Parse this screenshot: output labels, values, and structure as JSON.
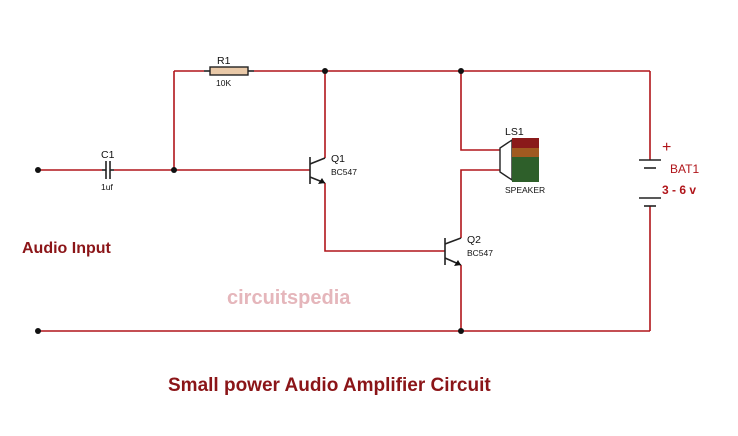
{
  "title": "Small power Audio Amplifier Circuit",
  "input_label": "Audio Input",
  "watermark": "circuitspedia",
  "colors": {
    "wire": "#b0151a",
    "label_red": "#8b1518",
    "watermark": "#e5b6bb"
  },
  "components": {
    "r1": {
      "ref": "R1",
      "value": "10K"
    },
    "c1": {
      "ref": "C1",
      "value": "1uf"
    },
    "q1": {
      "ref": "Q1",
      "value": "BC547"
    },
    "q2": {
      "ref": "Q2",
      "value": "BC547"
    },
    "ls1": {
      "ref": "LS1",
      "value": "SPEAKER"
    },
    "bat1": {
      "ref": "BAT1",
      "value": "3 - 6 v",
      "polarity": "+"
    }
  }
}
